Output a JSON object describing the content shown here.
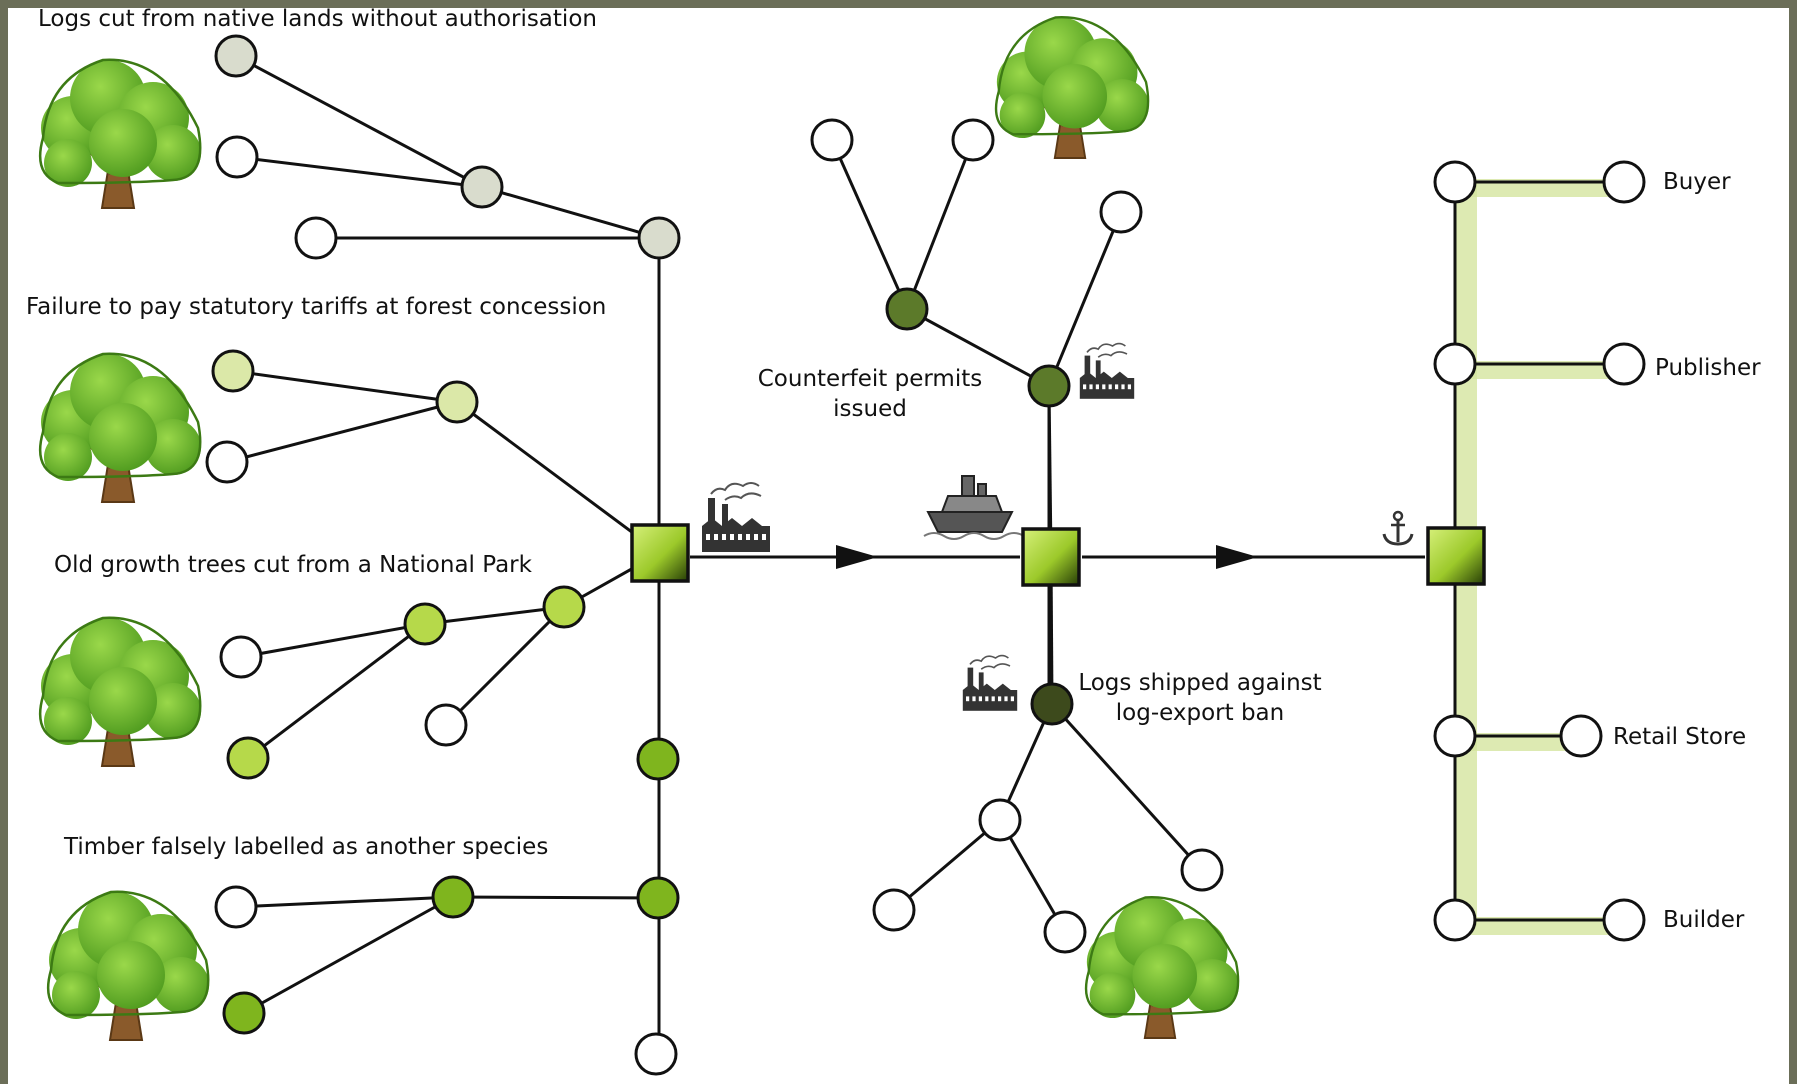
{
  "diagram": {
    "sources": [
      "Logs cut from native lands without authorisation",
      "Failure to pay statutory tariffs at forest concession",
      "Old growth trees cut from a National Park",
      "Timber falsely labelled as another species"
    ],
    "midstream": {
      "permits": [
        "Counterfeit permits",
        "issued"
      ],
      "export": [
        "Logs shipped against",
        "log-export ban"
      ]
    },
    "destinations": [
      "Buyer",
      "Publisher",
      "Retail Store",
      "Builder"
    ],
    "icons": {
      "tree": "tree-icon",
      "factory": "factory-icon",
      "ship": "ship-icon",
      "anchor": "anchor-icon",
      "arrow": "arrow-head-icon"
    },
    "colors": {
      "background_texture": "#6b6e58",
      "canvas": "#ffffff",
      "node_pale": "#d9dccd",
      "node_light": "#dbe8a8",
      "node_mid": "#b6d94a",
      "node_green": "#7fb51e",
      "node_dark": "#5c7a2a",
      "node_darkest": "#3d4a1c",
      "hub_gradient_a": "#c7e86a",
      "hub_gradient_b": "#2f4a0a",
      "destination_glow": "#d5e6a0"
    }
  }
}
